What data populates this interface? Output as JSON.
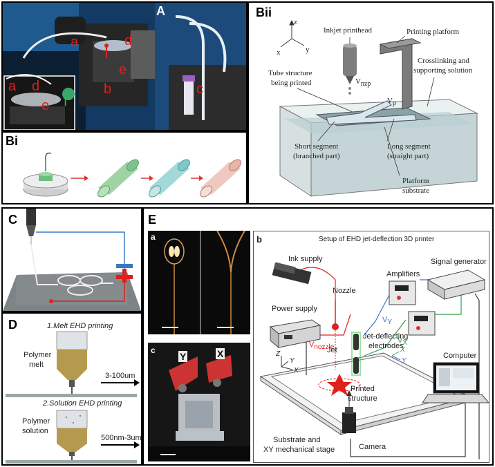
{
  "panels": {
    "A": {
      "label": "A",
      "letters": {
        "a1": "a",
        "a2": "a",
        "b": "b",
        "c": "c",
        "d1": "d",
        "d2": "d",
        "e1": "e",
        "e2": "e",
        "f": "f"
      }
    },
    "Bi": {
      "label": "Bi"
    },
    "Bii": {
      "label": "Bii",
      "axes": {
        "z": "z",
        "x": "x",
        "y": "y"
      },
      "labels": {
        "inkjet": "Inkjet printhead",
        "platform": "Printing platform",
        "crosslinking_1": "Crosslinking and",
        "crosslinking_2": "supporting solution",
        "tube_1": "Tube structure",
        "tube_2": "being printed",
        "short_1": "Short segment",
        "short_2": "(branched part)",
        "long_1": "Long segment",
        "long_2": "(straight part)",
        "substrate_1": "Platform",
        "substrate_2": "substrate",
        "v_nzp": "V",
        "v_nzp_sub": "nzp",
        "v_p": "V",
        "v_p_sub": "p"
      }
    },
    "C": {
      "label": "C",
      "minus": "−",
      "plus": "+"
    },
    "D": {
      "label": "D",
      "title1": "1.Melt EHD printing",
      "material1_1": "Polymer",
      "material1_2": "melt",
      "range1": "3-100um",
      "title2": "2.Solution EHD printing",
      "material2_1": "Polymer",
      "material2_2": "solution",
      "range2": "500nm-3um"
    },
    "E": {
      "label": "E",
      "sub_a": "a",
      "sub_c": "c",
      "sub_b": "b",
      "tag_y": "Y",
      "tag_x": "X",
      "title": "Setup of EHD jet-deflection 3D printer",
      "ink_supply": "Ink supply",
      "nozzle": "Nozzle",
      "power_supply": "Power supply",
      "v_nozzle": "V",
      "v_nozzle_sub": "nozzle",
      "amplifiers": "Amplifiers",
      "signal_generator": "Signal generator",
      "vy": "V",
      "vy_sub": "Y",
      "vx": "V",
      "vx_sub": "X",
      "jet": "Jet",
      "electrodes_1": "Jet-deflecting",
      "electrodes_2": "electrodes",
      "printed_1": "Printed",
      "printed_2": "structure",
      "computer": "Computer",
      "stage_1": "Substrate and",
      "stage_2": "XY mechanical stage",
      "camera": "Camera",
      "ax_z": "Z",
      "ax_y": "Y",
      "ax_x": "X",
      "ax_x2": "X",
      "ax_y2": "Y"
    }
  },
  "colors": {
    "red": "#e0201c",
    "blue": "#3a78c2",
    "green_tube": "#7cc38f",
    "cyan_tube": "#7fc7c9",
    "pink_tube": "#e9b5a8",
    "polymer": "#b49a4e"
  }
}
